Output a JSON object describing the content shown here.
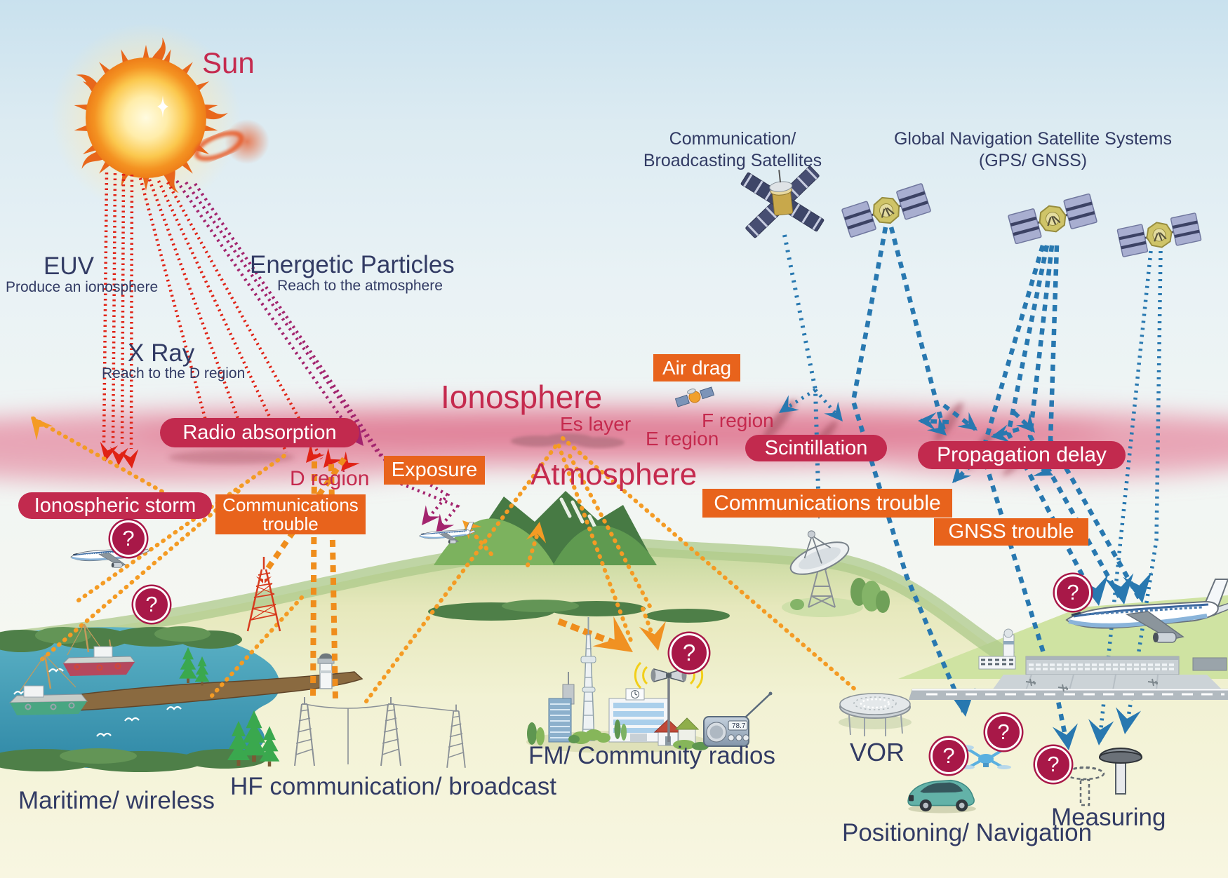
{
  "sun": {
    "label": "Sun"
  },
  "rays": {
    "euv": {
      "title": "EUV",
      "subtitle": "Produce an ionosphere"
    },
    "xray": {
      "title": "X Ray",
      "subtitle": "Reach to the D region"
    },
    "particles": {
      "title": "Energetic Particles",
      "subtitle": "Reach to the atmosphere"
    }
  },
  "satellites": {
    "comm_line1": "Communication/",
    "comm_line2": "Broadcasting Satellites",
    "gnss_line1": "Global Navigation Satellite Systems",
    "gnss_line2": "(GPS/ GNSS)"
  },
  "ionosphere": {
    "title": "Ionosphere",
    "atmosphere": "Atmosphere",
    "es_layer": "Es layer",
    "e_region": "E region",
    "f_region": "F region",
    "d_region": "D region"
  },
  "badges": {
    "radio_absorption": "Radio absorption",
    "ionospheric_storm": "Ionospheric storm",
    "scintillation": "Scintillation",
    "propagation_delay": "Propagation delay",
    "air_drag": "Air drag",
    "exposure": "Exposure",
    "communications_trouble_line1": "Communications",
    "communications_trouble_line2": "trouble",
    "communications_trouble": "Communications trouble",
    "gnss_trouble": "GNSS trouble"
  },
  "ground": {
    "maritime": "Maritime/ wireless",
    "hf": "HF communication/ broadcast",
    "fm": "FM/ Community radios",
    "vor": "VOR",
    "positioning": "Positioning/ Navigation",
    "measuring": "Measuring"
  },
  "radio": {
    "frequency": "78.7"
  },
  "question_mark": "?",
  "colors": {
    "crimson": "#c22a4e",
    "orange": "#e8631c",
    "navy": "#323b64",
    "blue": "#2878b0",
    "orange_wave": "#f49b24",
    "red_ray": "#e02215",
    "purple_ray": "#a3246e",
    "question_badge": "#a81848",
    "ionosphere_pink": "#e8a3b4"
  }
}
